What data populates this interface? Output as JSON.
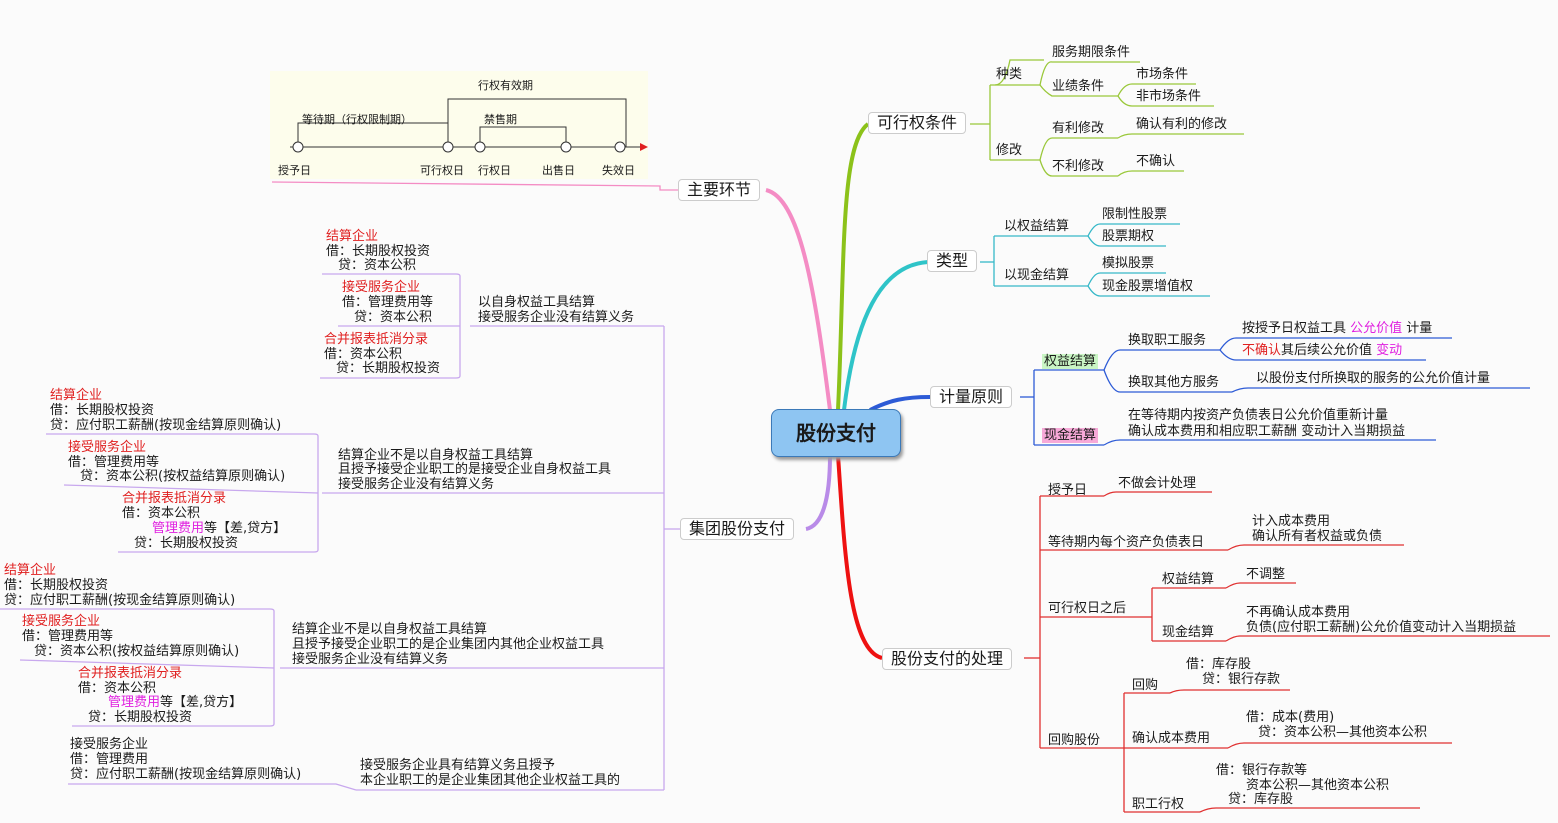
{
  "root": "股份支付",
  "main_links": {
    "label": "主要环节",
    "timeline": {
      "title": "行权有效期",
      "waiting": "等待期（行权限制期）",
      "lockup": "禁售期",
      "grant_day": "授予日",
      "vesting_day": "可行权日",
      "exercise_day": "行权日",
      "sale_day": "出售日",
      "expiry_day": "失效日"
    }
  },
  "conditions": {
    "label": "可行权条件",
    "kinds": "种类",
    "service": "服务期限条件",
    "performance": "业绩条件",
    "market": "市场条件",
    "nonmarket": "非市场条件",
    "modify": "修改",
    "favorable": "有利修改",
    "favorable_note": "确认有利的修改",
    "unfavorable": "不利修改",
    "unfavorable_note": "不确认"
  },
  "types": {
    "label": "类型",
    "equity": "以权益结算",
    "restricted": "限制性股票",
    "options": "股票期权",
    "cash": "以现金结算",
    "phantom": "模拟股票",
    "sar": "现金股票增值权"
  },
  "measure": {
    "label": "计量原则",
    "equity": "权益结算",
    "emp_service": "换取职工服务",
    "emp_l1a": "按授予日权益工具 ",
    "emp_l1b": "公允价值",
    "emp_l1c": " 计量",
    "emp_l2a": "不确认",
    "emp_l2b": "其后续公允价值 ",
    "emp_l2c": "变动",
    "other_service": "换取其他方服务",
    "other_note": "以股份支付所换取的服务的公允价值计量",
    "cash": "现金结算",
    "cash_l1": "在等待期内按资产负债表日公允价值重新计量",
    "cash_l2": "确认成本费用和相应职工薪酬 变动计入当期损益"
  },
  "processing": {
    "label": "股份支付的处理",
    "grant": "授予日",
    "grant_note": "不做会计处理",
    "waiting": "等待期内每个资产负债表日",
    "waiting_l1": "计入成本费用",
    "waiting_l2": "确认所有者权益或负债",
    "after": "可行权日之后",
    "after_equity": "权益结算",
    "after_equity_note": "不调整",
    "after_cash": "现金结算",
    "after_cash_l1": "不再确认成本费用",
    "after_cash_l2": "负债(应付职工薪酬)公允价值变动计入当期损益",
    "buyback": "回购股份",
    "repurchase": "回购",
    "rep_l1": "借：库存股",
    "rep_l2": "贷：银行存款",
    "confirm_cost": "确认成本费用",
    "cc_l1": "借：成本(费用)",
    "cc_l2": "贷：资本公积—其他资本公积",
    "exercise": "职工行权",
    "ex_l1": "借：银行存款等",
    "ex_l2": "资本公积—其他资本公积",
    "ex_l3": "贷：库存股"
  },
  "group": {
    "label": "集团股份支付",
    "case1": {
      "desc1": "以自身权益工具结算",
      "desc2": "接受服务企业没有结算义务",
      "settle_title": "结算企业",
      "settle_l1": "借：长期股权投资",
      "settle_l2": "贷：资本公积",
      "recv_title": "接受服务企业",
      "recv_l1": "借：管理费用等",
      "recv_l2": "贷：资本公积",
      "cons_title": "合并报表抵消分录",
      "cons_l1": "借：资本公积",
      "cons_l2": "贷：长期股权投资"
    },
    "case2": {
      "desc1": "结算企业不是以自身权益工具结算",
      "desc2": "且授予接受企业职工的是接受企业自身权益工具",
      "desc3": "接受服务企业没有结算义务",
      "settle_title": "结算企业",
      "settle_l1": "借：长期股权投资",
      "settle_l2": "贷：应付职工薪酬(按现金结算原则确认)",
      "recv_title": "接受服务企业",
      "recv_l1": "借：管理费用等",
      "recv_l2": "贷：资本公积(按权益结算原则确认)",
      "cons_title": "合并报表抵消分录",
      "cons_l1": "借：资本公积",
      "cons_l2a": "管理费用",
      "cons_l2b": "等【差,贷方】",
      "cons_l3": "贷：长期股权投资"
    },
    "case3": {
      "desc1": "结算企业不是以自身权益工具结算",
      "desc2": "且授予接受企业职工的是企业集团内其他企业权益工具",
      "desc3": "接受服务企业没有结算义务",
      "settle_title": "结算企业",
      "settle_l1": "借：长期股权投资",
      "settle_l2": "贷：应付职工薪酬(按现金结算原则确认)",
      "recv_title": "接受服务企业",
      "recv_l1": "借：管理费用等",
      "recv_l2": "贷：资本公积(按权益结算原则确认)",
      "cons_title": "合并报表抵消分录",
      "cons_l1": "借：资本公积",
      "cons_l2a": "管理费用",
      "cons_l2b": "等【差,贷方】",
      "cons_l3": "贷：长期股权投资"
    },
    "case4": {
      "desc1": "接受服务企业具有结算义务且授予",
      "desc2": "本企业职工的是企业集团其他企业权益工具的",
      "recv_title": "接受服务企业",
      "recv_l1": "借：管理费用",
      "recv_l2": "贷：应付职工薪酬(按现金结算原则确认)"
    }
  },
  "colors": {
    "conditions": "#8cc21a",
    "types": "#2fc4c8",
    "measure": "#2d5bd6",
    "processing": "#ee1111",
    "group": "#b98be8",
    "main_links": "#f48cc4",
    "root_fill": "#8ec5f2"
  }
}
